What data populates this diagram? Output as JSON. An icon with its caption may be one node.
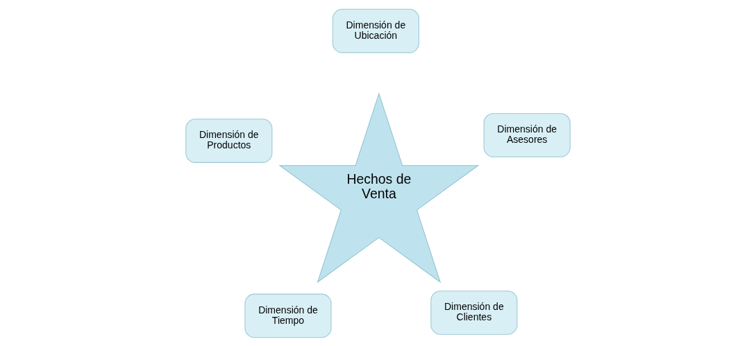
{
  "diagram": {
    "nodes": [
      {
        "text": [
          "Dimensión de Tiempo"
        ]
      },
      {
        "text": [
          "Dimensión de Clientes"
        ]
      },
      {
        "text": [
          "Hechos de Venta"
        ]
      },
      {
        "text": [
          "Dimensión de Ubicación"
        ]
      },
      {
        "text": [
          "Dimensión de Asesores"
        ]
      },
      {
        "text": [
          "Dimensión de Productos"
        ]
      }
    ],
    "edges": []
  }
}
